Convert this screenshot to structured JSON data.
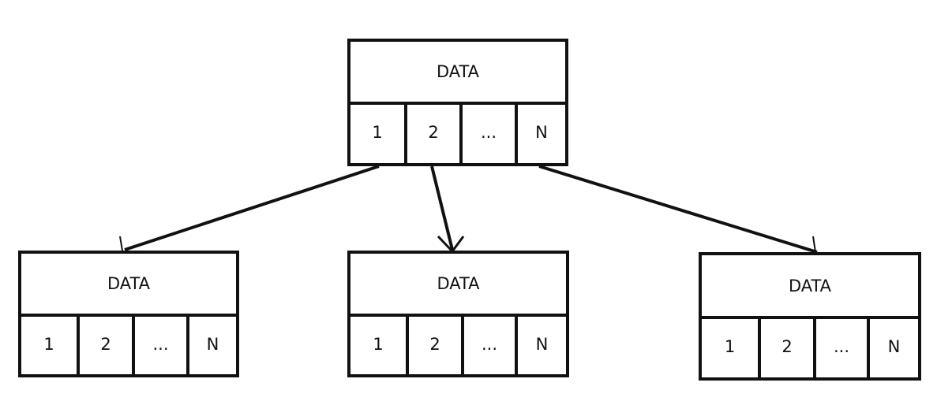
{
  "nodes": [
    {
      "id": "root",
      "label": "DATA",
      "cells": [
        "1",
        "2",
        "...",
        "N"
      ]
    },
    {
      "id": "child-left",
      "label": "DATA",
      "cells": [
        "1",
        "2",
        "...",
        "N"
      ]
    },
    {
      "id": "child-middle",
      "label": "DATA",
      "cells": [
        "1",
        "2",
        "...",
        "N"
      ]
    },
    {
      "id": "child-right",
      "label": "DATA",
      "cells": [
        "1",
        "2",
        "...",
        "N"
      ]
    }
  ],
  "edges": [
    {
      "from": "root",
      "from_cell": "1",
      "to": "child-left"
    },
    {
      "from": "root",
      "from_cell": "2",
      "to": "child-middle"
    },
    {
      "from": "root",
      "from_cell": "N",
      "to": "child-right"
    }
  ],
  "colors": {
    "stroke": "#111111",
    "background": "#ffffff"
  }
}
